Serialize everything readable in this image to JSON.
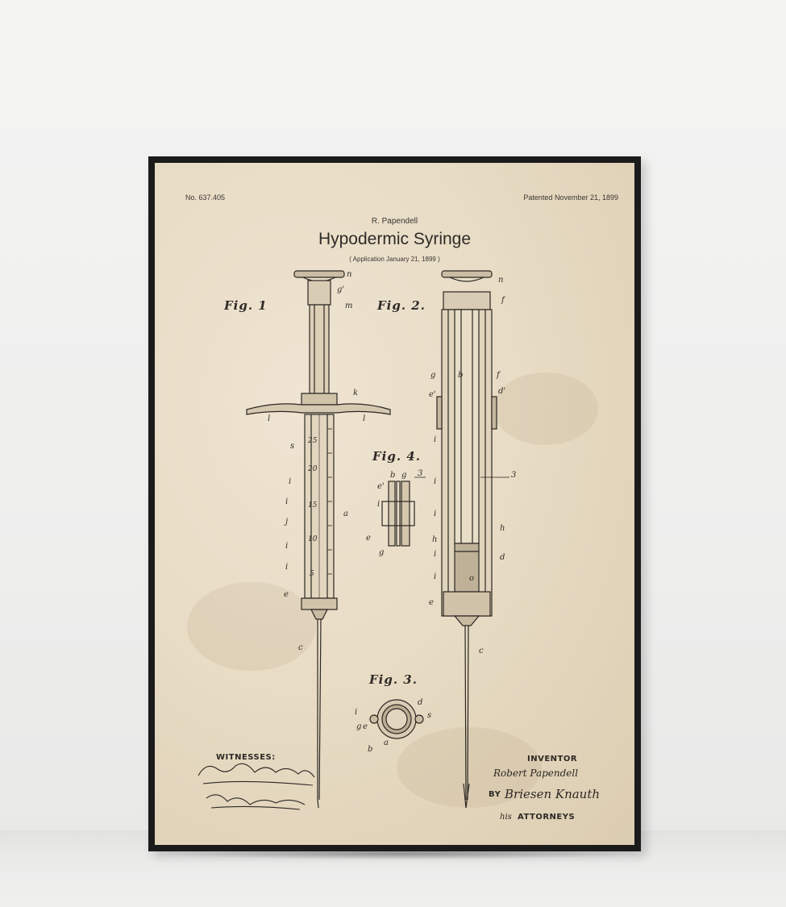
{
  "patent": {
    "number": "No. 637.405",
    "patented_date": "Patented November 21, 1899",
    "author": "R. Papendell",
    "title": "Hypodermic Syringe",
    "application": "( Application  January 21, 1899 )"
  },
  "figures": {
    "fig1": "Fig. 1",
    "fig2": "Fig. 2.",
    "fig3": "Fig. 3.",
    "fig4": "Fig. 4."
  },
  "scale_marks": [
    "25",
    "20",
    "15",
    "10",
    "5"
  ],
  "labels": {
    "n": "n",
    "g_prime": "g'",
    "m": "m",
    "k": "k",
    "l": "l",
    "s": "s",
    "i": "i",
    "a": "a",
    "j": "j",
    "e": "e",
    "c": "c",
    "f": "f",
    "g": "g",
    "b": "b",
    "e_prime": "e'",
    "d_prime": "d'",
    "h": "h",
    "d": "d",
    "o": "o",
    "three": "3"
  },
  "footer": {
    "witnesses": "WITNESSES:",
    "inventor": "INVENTOR",
    "inventor_signature": "Robert Papendell",
    "by": "BY",
    "attorneys_signature": "Briesen Knauth",
    "attorneys_prefix": "his",
    "attorneys": "ATTORNEYS"
  },
  "colors": {
    "frame": "#1b1b1b",
    "paper": "#e8dcc5",
    "ink": "#2f2b26"
  }
}
